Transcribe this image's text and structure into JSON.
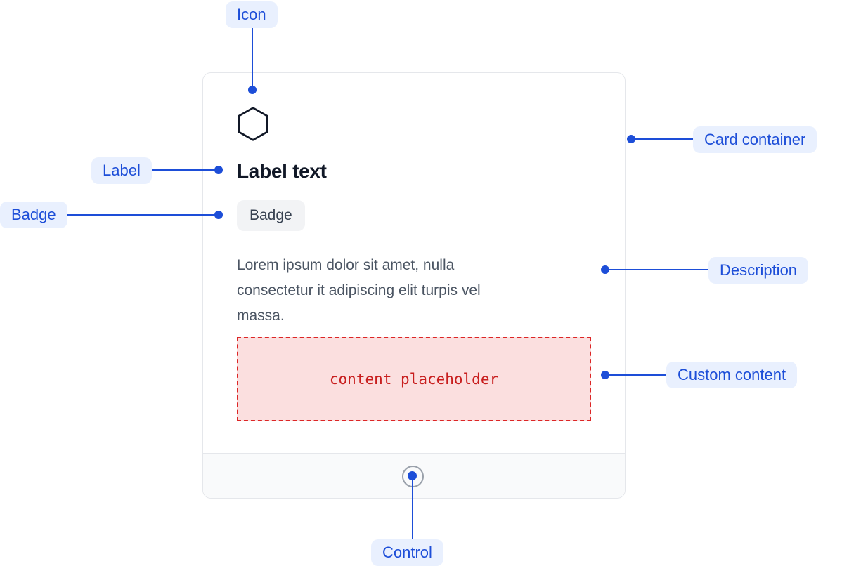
{
  "card": {
    "icon": "hexagon-icon",
    "label": "Label text",
    "badge": "Badge",
    "description": "Lorem ipsum dolor sit amet, nulla\nconsectetur it adipiscing elit turpis vel\nmassa.",
    "placeholder": "content placeholder"
  },
  "callouts": {
    "icon": "Icon",
    "card_container": "Card container",
    "label": "Label",
    "badge": "Badge",
    "description": "Description",
    "custom_content": "Custom content",
    "control": "Control"
  },
  "colors": {
    "accent_blue": "#1d4ed8",
    "callout_pill_bg": "#e9f0fe",
    "card_border": "#e5e7eb",
    "badge_bg": "#f2f3f5",
    "badge_text": "#374151",
    "heading_text": "#111827",
    "description_text": "#4b5563",
    "placeholder_text": "#c81e1e",
    "placeholder_border": "#dc2626",
    "placeholder_bg": "#fbdfdf",
    "footer_bg": "#f9fafb",
    "control_ring": "#9aa1ab"
  }
}
